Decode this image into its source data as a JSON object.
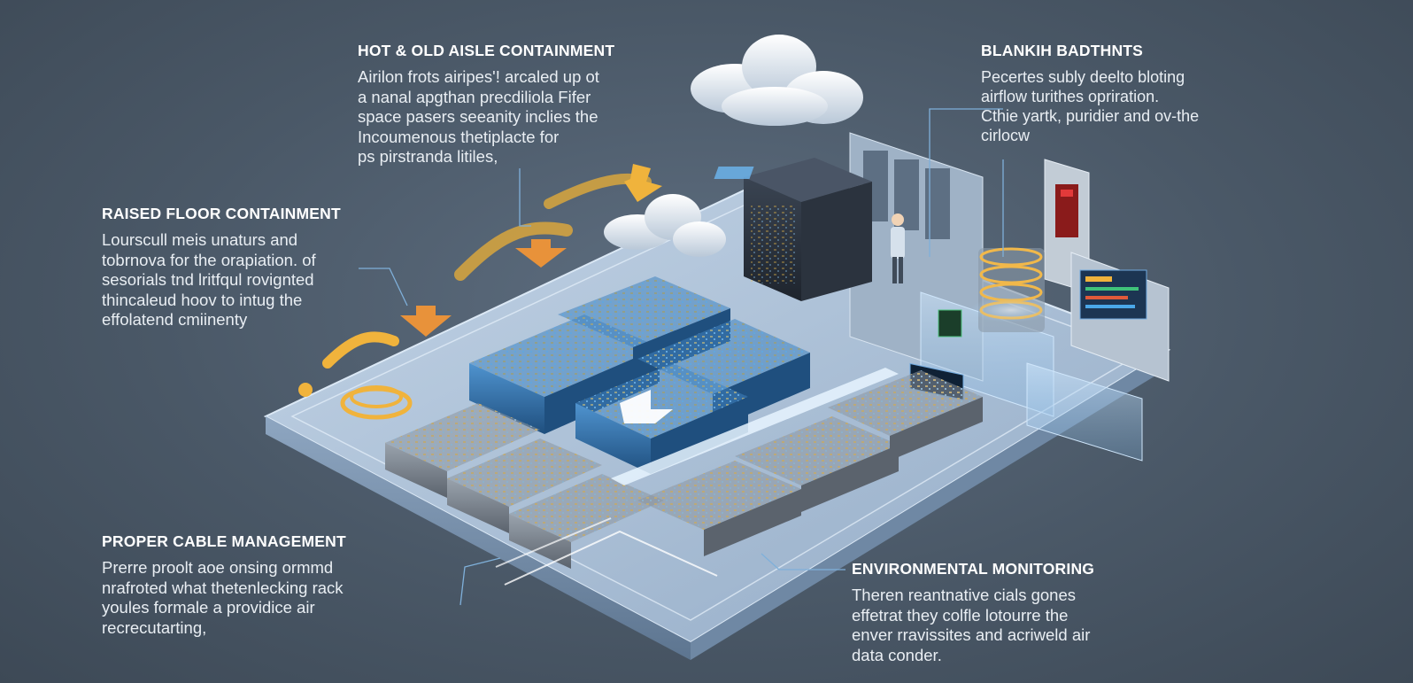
{
  "callouts": {
    "hot_aisle": {
      "title": "HOT & OLD AISLE CONTAINMENT",
      "lines": [
        "Airilon frots airipes'! arcaled up ot",
        "a nanal apgthan precdiliola Fifer",
        "space pasers seeanity inclies the",
        "Incoumenous thetiplacte for",
        "ps pirstranda litiles,"
      ]
    },
    "blanking": {
      "title": "BLANKIH BADTHNTS",
      "lines": [
        "Pecertes subly deelto bloting",
        "airflow turithes opriration.",
        "Cthie yartk, puridier and ov-the",
        "cirlocw"
      ]
    },
    "raised_floor": {
      "title": "RAISED FLOOR CONTAINMENT",
      "lines": [
        "Lourscull meis unaturs and",
        "tobrnova for the orapiation. of",
        "sesorials tnd lritfqul rovignted",
        "thincaleud hoov to intug the",
        "effolatend cmiinenty"
      ]
    },
    "cable": {
      "title": "PROPER CABLE MANAGEMENT",
      "lines": [
        "Prerre proolt aoe onsing ormmd",
        "nrafroted what thetenlecking rack",
        "youles formale a providice air",
        "recrecutarting,"
      ]
    },
    "environmental": {
      "title": "ENVIRONMENTAL MONITORING",
      "lines": [
        "Theren reantnative cials gones",
        "effetrat they colfle lotourre the",
        "enver rravissites and acriweld air",
        "data conder."
      ]
    }
  },
  "colors": {
    "background": "#4a5867",
    "floor": "#a9bfd6",
    "rack_blue": "#2f6ea6",
    "rack_gray": "#7b8590",
    "arrow_orange": "#e8923a",
    "arrow_gold": "#d9a63d",
    "leader_line": "#7fb0da"
  },
  "icons": [
    "cloud-icon",
    "down-arrow-icon",
    "airflow-swirl-icon",
    "cooling-coil-icon",
    "technician-icon",
    "monitor-screen-icon"
  ]
}
